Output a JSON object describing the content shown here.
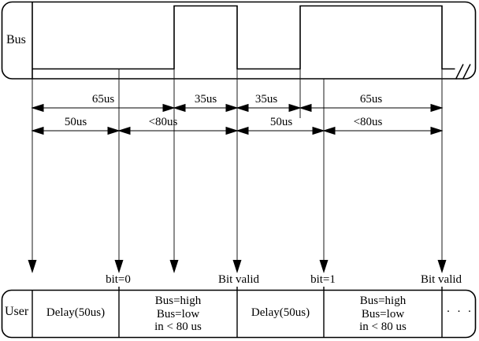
{
  "colors": {
    "line": "#000000",
    "background": "#ffffff"
  },
  "bus_row": {
    "label": "Bus"
  },
  "break_marker": "//",
  "dimension_rows": {
    "row1": [
      {
        "label": "65us"
      },
      {
        "label": "35us"
      },
      {
        "label": "35us"
      },
      {
        "label": "65us"
      }
    ],
    "row2": [
      {
        "label": "50us"
      },
      {
        "label": "<80us"
      },
      {
        "label": "50us"
      },
      {
        "label": "<80us"
      }
    ]
  },
  "event_markers": [
    {
      "label": "bit=0"
    },
    {
      "label": "Bit valid"
    },
    {
      "label": "bit=1"
    },
    {
      "label": "Bit valid"
    }
  ],
  "user_row": {
    "label": "User",
    "cells": [
      {
        "lines": [
          "Delay(50us)"
        ]
      },
      {
        "lines": [
          "Bus=high",
          "Bus=low",
          "in < 80 us"
        ]
      },
      {
        "lines": [
          "Delay(50us)"
        ]
      },
      {
        "lines": [
          "Bus=high",
          "Bus=low",
          "in < 80 us"
        ]
      },
      {
        "lines": [
          ". . ."
        ]
      }
    ]
  }
}
